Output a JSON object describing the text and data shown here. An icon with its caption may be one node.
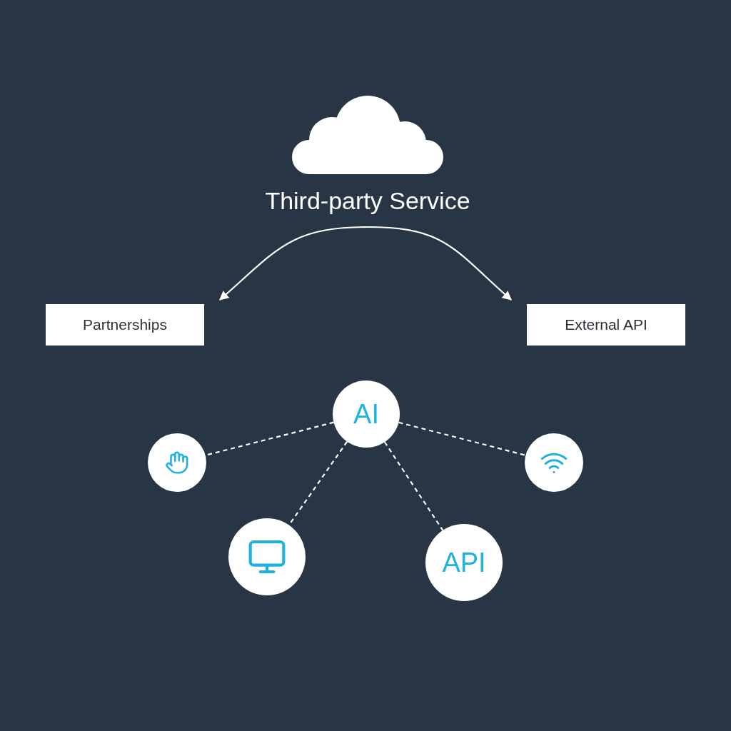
{
  "diagram": {
    "nodes": [
      {
        "text": [
          "Third-party Service"
        ]
      },
      {
        "text": [
          "Partnerships"
        ]
      },
      {
        "text": [
          "External API"
        ]
      },
      {
        "text": [
          "AI"
        ]
      },
      {
        "text": [],
        "shape": "circle"
      },
      {
        "text": [],
        "shape": "circle"
      },
      {
        "text": [],
        "shape": "circle"
      },
      {
        "text": [
          "API"
        ]
      }
    ],
    "edges": [
      {
        "from": 0,
        "to": 1,
        "arrow": "to"
      },
      {
        "from": 0,
        "to": 2,
        "arrow": "to"
      },
      {
        "from": 3,
        "to": 4,
        "arrow": "none",
        "style": "dashed"
      },
      {
        "from": 3,
        "to": 5,
        "arrow": "none",
        "style": "dashed"
      },
      {
        "from": 3,
        "to": 6,
        "arrow": "none",
        "style": "dashed"
      },
      {
        "from": 3,
        "to": 7,
        "arrow": "none",
        "style": "dashed"
      }
    ]
  }
}
